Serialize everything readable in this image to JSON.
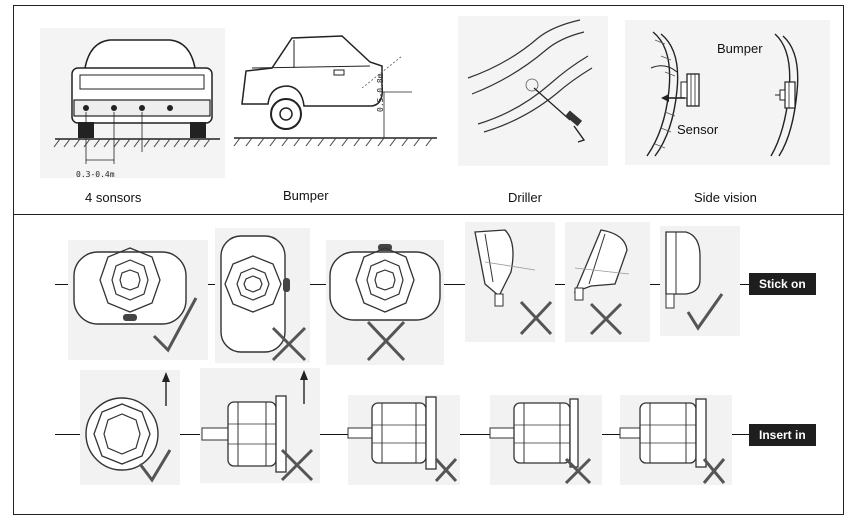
{
  "top": {
    "captions": {
      "sensors": "4 sonsors",
      "bumper": "Bumper",
      "driller": "Driller",
      "side_vision": "Side vision"
    },
    "side_labels": {
      "bumper": "Bumper",
      "sensor": "Sensor"
    },
    "dims": {
      "spacing": "0.3-0.4m",
      "height": "0.5-0.8m"
    }
  },
  "bottom": {
    "tags": {
      "stick_on": "Stick on",
      "insert_in": "Insert in"
    }
  }
}
